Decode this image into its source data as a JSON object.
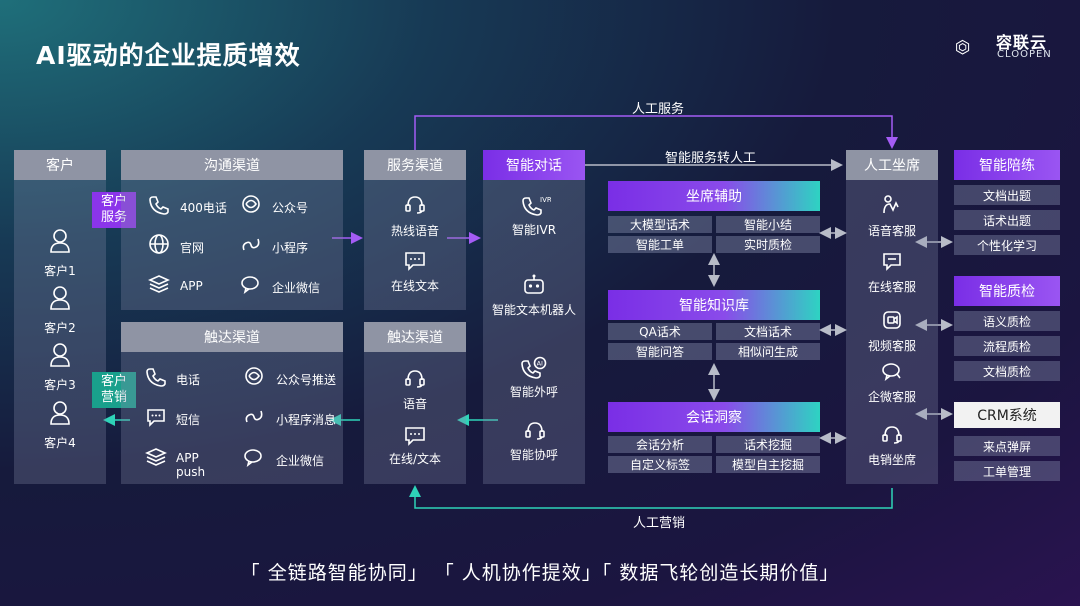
{
  "title": "AI驱动的企业提质增效",
  "brand": {
    "name": "容联云",
    "sub": "CLOOPEN"
  },
  "customer": {
    "header": "客户",
    "items": [
      "客户1",
      "客户2",
      "客户3",
      "客户4"
    ]
  },
  "tags": {
    "service": [
      "客户",
      "服务"
    ],
    "marketing": [
      "客户",
      "营销"
    ]
  },
  "comm": {
    "header": "沟通渠道",
    "items": [
      "400电话",
      "公众号",
      "官网",
      "小程序",
      "APP",
      "企业微信"
    ]
  },
  "reach": {
    "header": "触达渠道",
    "items": [
      "电话",
      "公众号推送",
      "短信",
      "小程序消息",
      "APP",
      "push",
      "企业微信"
    ]
  },
  "service_channel": {
    "header": "服务渠道",
    "items": [
      "热线语音",
      "在线文本"
    ]
  },
  "reach_channel": {
    "header": "触达渠道",
    "items": [
      "语音",
      "在线/文本"
    ]
  },
  "smart": {
    "header": "智能对话",
    "items": [
      "智能IVR",
      "智能文本机器人",
      "智能外呼",
      "智能协呼"
    ],
    "ivr_badge": "IVR",
    "ai_badge": "AI"
  },
  "assist": {
    "header": "坐席辅助",
    "cells": [
      "大模型话术",
      "智能小结",
      "智能工单",
      "实时质检"
    ]
  },
  "kb": {
    "header": "智能知识库",
    "cells": [
      "QA话术",
      "文档话术",
      "智能问答",
      "相似问生成"
    ]
  },
  "insight": {
    "header": "会话洞察",
    "cells": [
      "会话分析",
      "话术挖掘",
      "自定义标签",
      "模型自主挖掘"
    ]
  },
  "agent": {
    "header": "人工坐席",
    "items": [
      "语音客服",
      "在线客服",
      "视频客服",
      "企微客服",
      "电销坐席"
    ]
  },
  "training": {
    "header": "智能陪练",
    "items": [
      "文档出题",
      "话术出题",
      "个性化学习"
    ]
  },
  "qc": {
    "header": "智能质检",
    "items": [
      "语义质检",
      "流程质检",
      "文档质检"
    ]
  },
  "crm": {
    "header": "CRM系统",
    "items": [
      "来点弹屏",
      "工单管理"
    ]
  },
  "flows": {
    "top": "人工服务",
    "middle": "智能服务转人工",
    "bottom": "人工营销"
  },
  "footer": "「 全链路智能协同」 「 人机协作提效」「 数据飞轮创造长期价值」"
}
